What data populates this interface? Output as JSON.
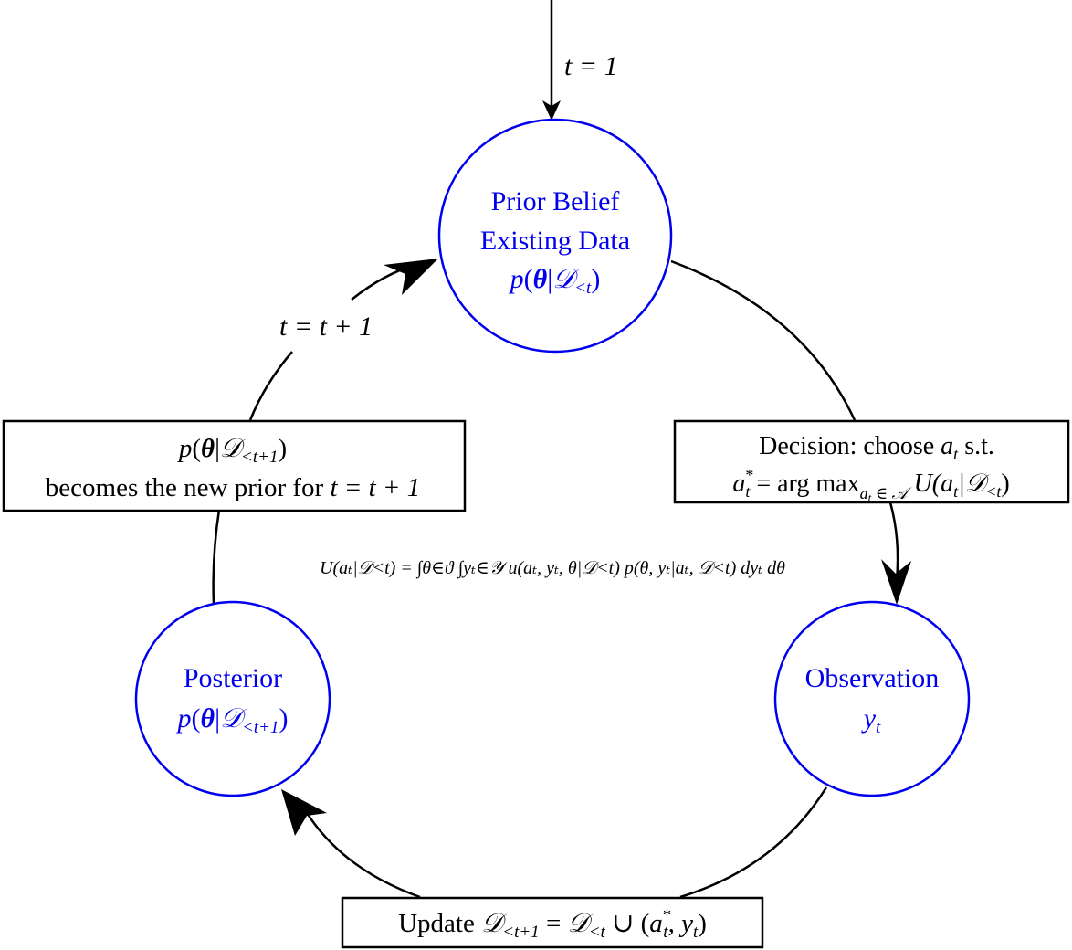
{
  "start_label": "t = 1",
  "loop_label": "t = t + 1",
  "nodes": {
    "prior": {
      "line1": "Prior Belief",
      "line2": "Existing Data",
      "formula_p": "p",
      "formula_theta": "θ",
      "formula_d": "𝒟",
      "formula_sub": "<t"
    },
    "observation": {
      "line1": "Observation",
      "y": "y",
      "sub": "t"
    },
    "posterior": {
      "line1": "Posterior",
      "formula_p": "p",
      "formula_theta": "θ",
      "formula_d": "𝒟",
      "formula_sub": "<t+1"
    }
  },
  "boxes": {
    "decision": {
      "line1_text": "Decision: choose ",
      "line1_a": "a",
      "line1_sub": "t",
      "line1_tail": " s.t.",
      "line2_a": "a",
      "line2_sup": "*",
      "line2_sub": "t",
      "line2_argmax": " = arg max",
      "line2_argsub": "a",
      "line2_argsub2": "t",
      "line2_argsub3": " ∈ 𝒜",
      "line2_U": " U",
      "line2_paren": "(a",
      "line2_d": "|𝒟",
      "line2_dsub": "<t",
      "line2_close": ")"
    },
    "new_prior": {
      "line1_p": "p",
      "line1_theta": "θ",
      "line1_d": "𝒟",
      "line1_sub": "<t+1",
      "line2": "becomes the new prior for ",
      "line2_t": "t = t + 1"
    },
    "update": {
      "text": "Update ",
      "d1": "𝒟",
      "d1sub": "<t+1",
      "eq": " = ",
      "d2": "𝒟",
      "d2sub": "<t",
      "union": " ∪ (",
      "a": "a",
      "asup": "*",
      "asub": "t",
      "comma": ", y",
      "ysub": "t",
      "close": ")"
    }
  },
  "utility_formula": "U(aₜ|𝒟<t) = ∫θ∈ϑ ∫yₜ∈𝒴 u(aₜ, yₜ, θ|𝒟<t) p(θ, yₜ|aₜ, 𝒟<t) dyₜ dθ",
  "colors": {
    "node_stroke": "#0000ee",
    "node_text": "#0000ee",
    "line": "#000000"
  }
}
